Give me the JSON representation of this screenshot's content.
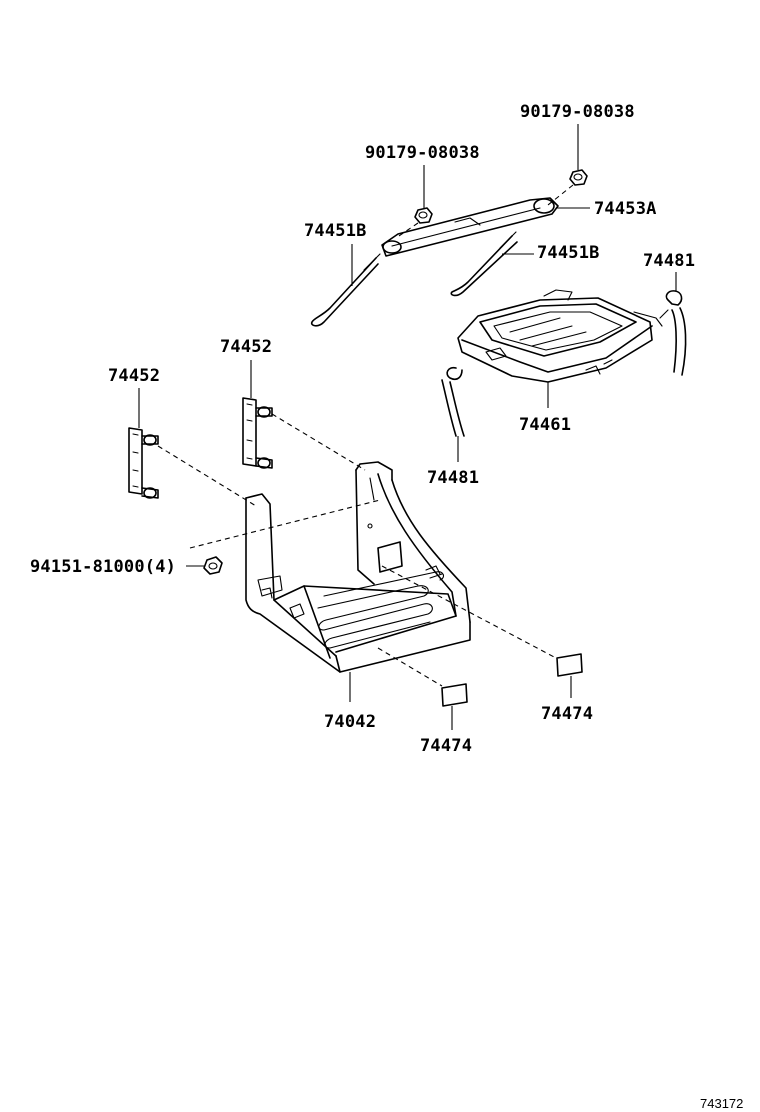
{
  "labels": {
    "bolt_top_right": "90179-08038",
    "bolt_top_left": "90179-08038",
    "clamp": "74453A",
    "rod_left": "74451B",
    "rod_right": "74451B",
    "hose_right": "74481",
    "bracket_upper": "74452",
    "bracket_lower": "74452",
    "cover": "74461",
    "hose_left": "74481",
    "nut": "94151-81000(4)",
    "tray": "74042",
    "pad_center": "74474",
    "pad_right": "74474"
  },
  "diagram_code": "743172"
}
